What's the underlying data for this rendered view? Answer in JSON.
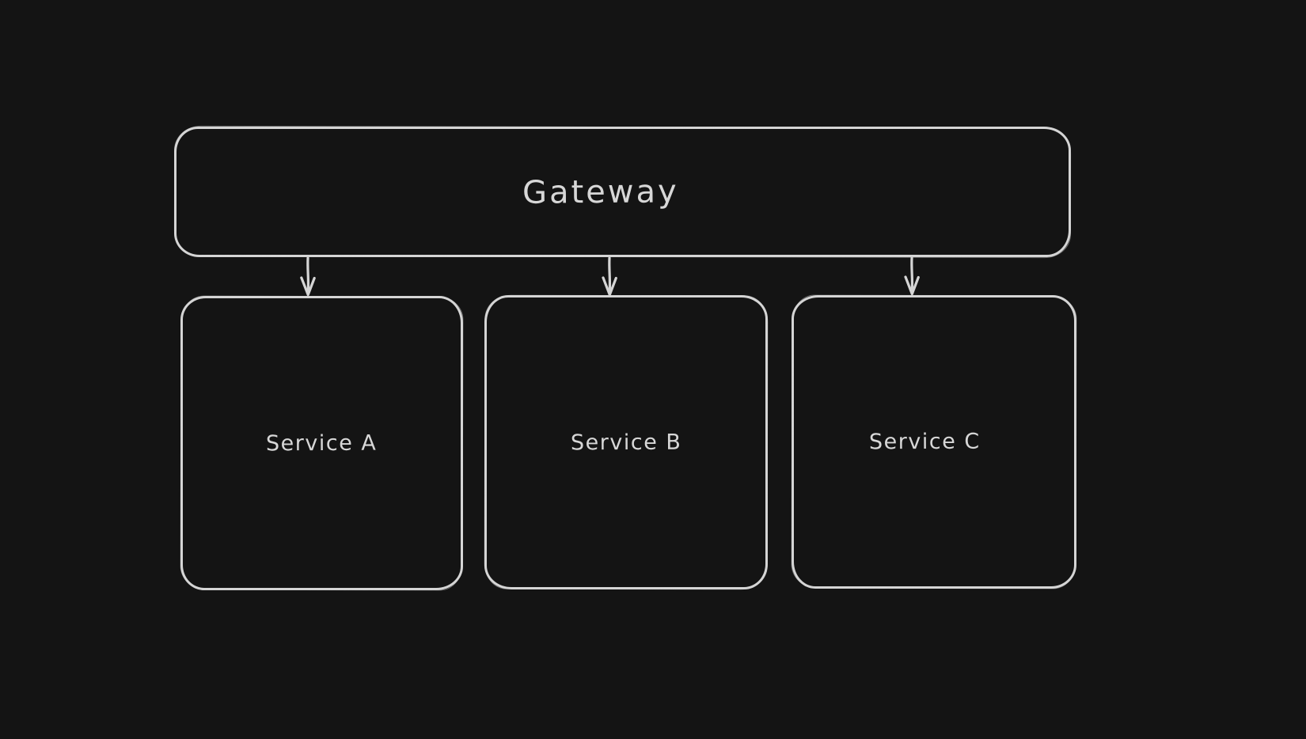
{
  "diagram": {
    "type": "flowchart",
    "style": "hand-drawn",
    "background_color": "#141414",
    "stroke_color": "#d5d5d5",
    "text_color": "#d7d7d7",
    "nodes": [
      {
        "id": "gateway",
        "label": "Gateway"
      },
      {
        "id": "service-a",
        "label": "Service A"
      },
      {
        "id": "service-b",
        "label": "Service B"
      },
      {
        "id": "service-c",
        "label": "Service C"
      }
    ],
    "edges": [
      {
        "from": "gateway",
        "to": "service-a",
        "direction": "down"
      },
      {
        "from": "gateway",
        "to": "service-b",
        "direction": "down"
      },
      {
        "from": "gateway",
        "to": "service-c",
        "direction": "down"
      }
    ]
  }
}
